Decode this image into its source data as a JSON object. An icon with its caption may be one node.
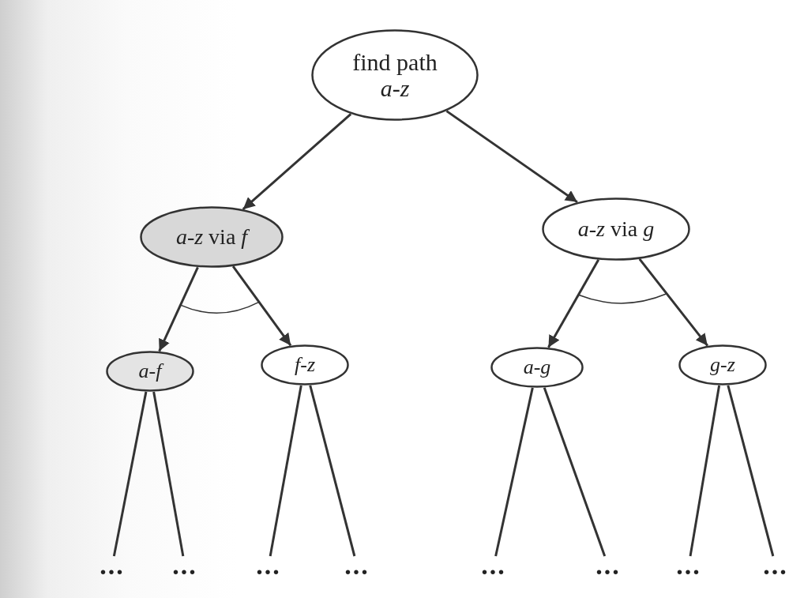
{
  "diagram": {
    "nodes": [
      {
        "text": [
          "find path",
          "*a*-*z*"
        ]
      },
      {
        "text": [
          "*a*-*z* via *f*"
        ]
      },
      {
        "text": [
          "*a*-*z* via *g*"
        ]
      },
      {
        "text": [
          "*a*-*f*"
        ]
      },
      {
        "text": [
          "*f*-*z*"
        ]
      },
      {
        "text": [
          "*a*-*g*"
        ]
      },
      {
        "text": [
          "*g*-*z*"
        ]
      },
      {
        "text": [
          "..."
        ]
      },
      {
        "text": [
          "..."
        ]
      },
      {
        "text": [
          "..."
        ]
      },
      {
        "text": [
          "..."
        ]
      },
      {
        "text": [
          "..."
        ]
      },
      {
        "text": [
          "..."
        ]
      },
      {
        "text": [
          "..."
        ]
      },
      {
        "text": [
          "..."
        ]
      }
    ],
    "edges": [
      {
        "from": 0,
        "to": 1,
        "arrow": "to"
      },
      {
        "from": 0,
        "to": 2,
        "arrow": "to"
      },
      {
        "from": 1,
        "to": 3,
        "arrow": "to"
      },
      {
        "from": 1,
        "to": 4,
        "arrow": "to"
      },
      {
        "from": 2,
        "to": 5,
        "arrow": "to"
      },
      {
        "from": 2,
        "to": 6,
        "arrow": "to"
      },
      {
        "from": 3,
        "to": 7,
        "arrow": "none"
      },
      {
        "from": 3,
        "to": 8,
        "arrow": "none"
      },
      {
        "from": 4,
        "to": 9,
        "arrow": "none"
      },
      {
        "from": 4,
        "to": 10,
        "arrow": "none"
      },
      {
        "from": 5,
        "to": 11,
        "arrow": "none"
      },
      {
        "from": 5,
        "to": 12,
        "arrow": "none"
      },
      {
        "from": 6,
        "to": 13,
        "arrow": "none"
      },
      {
        "from": 6,
        "to": 14,
        "arrow": "none"
      }
    ]
  }
}
